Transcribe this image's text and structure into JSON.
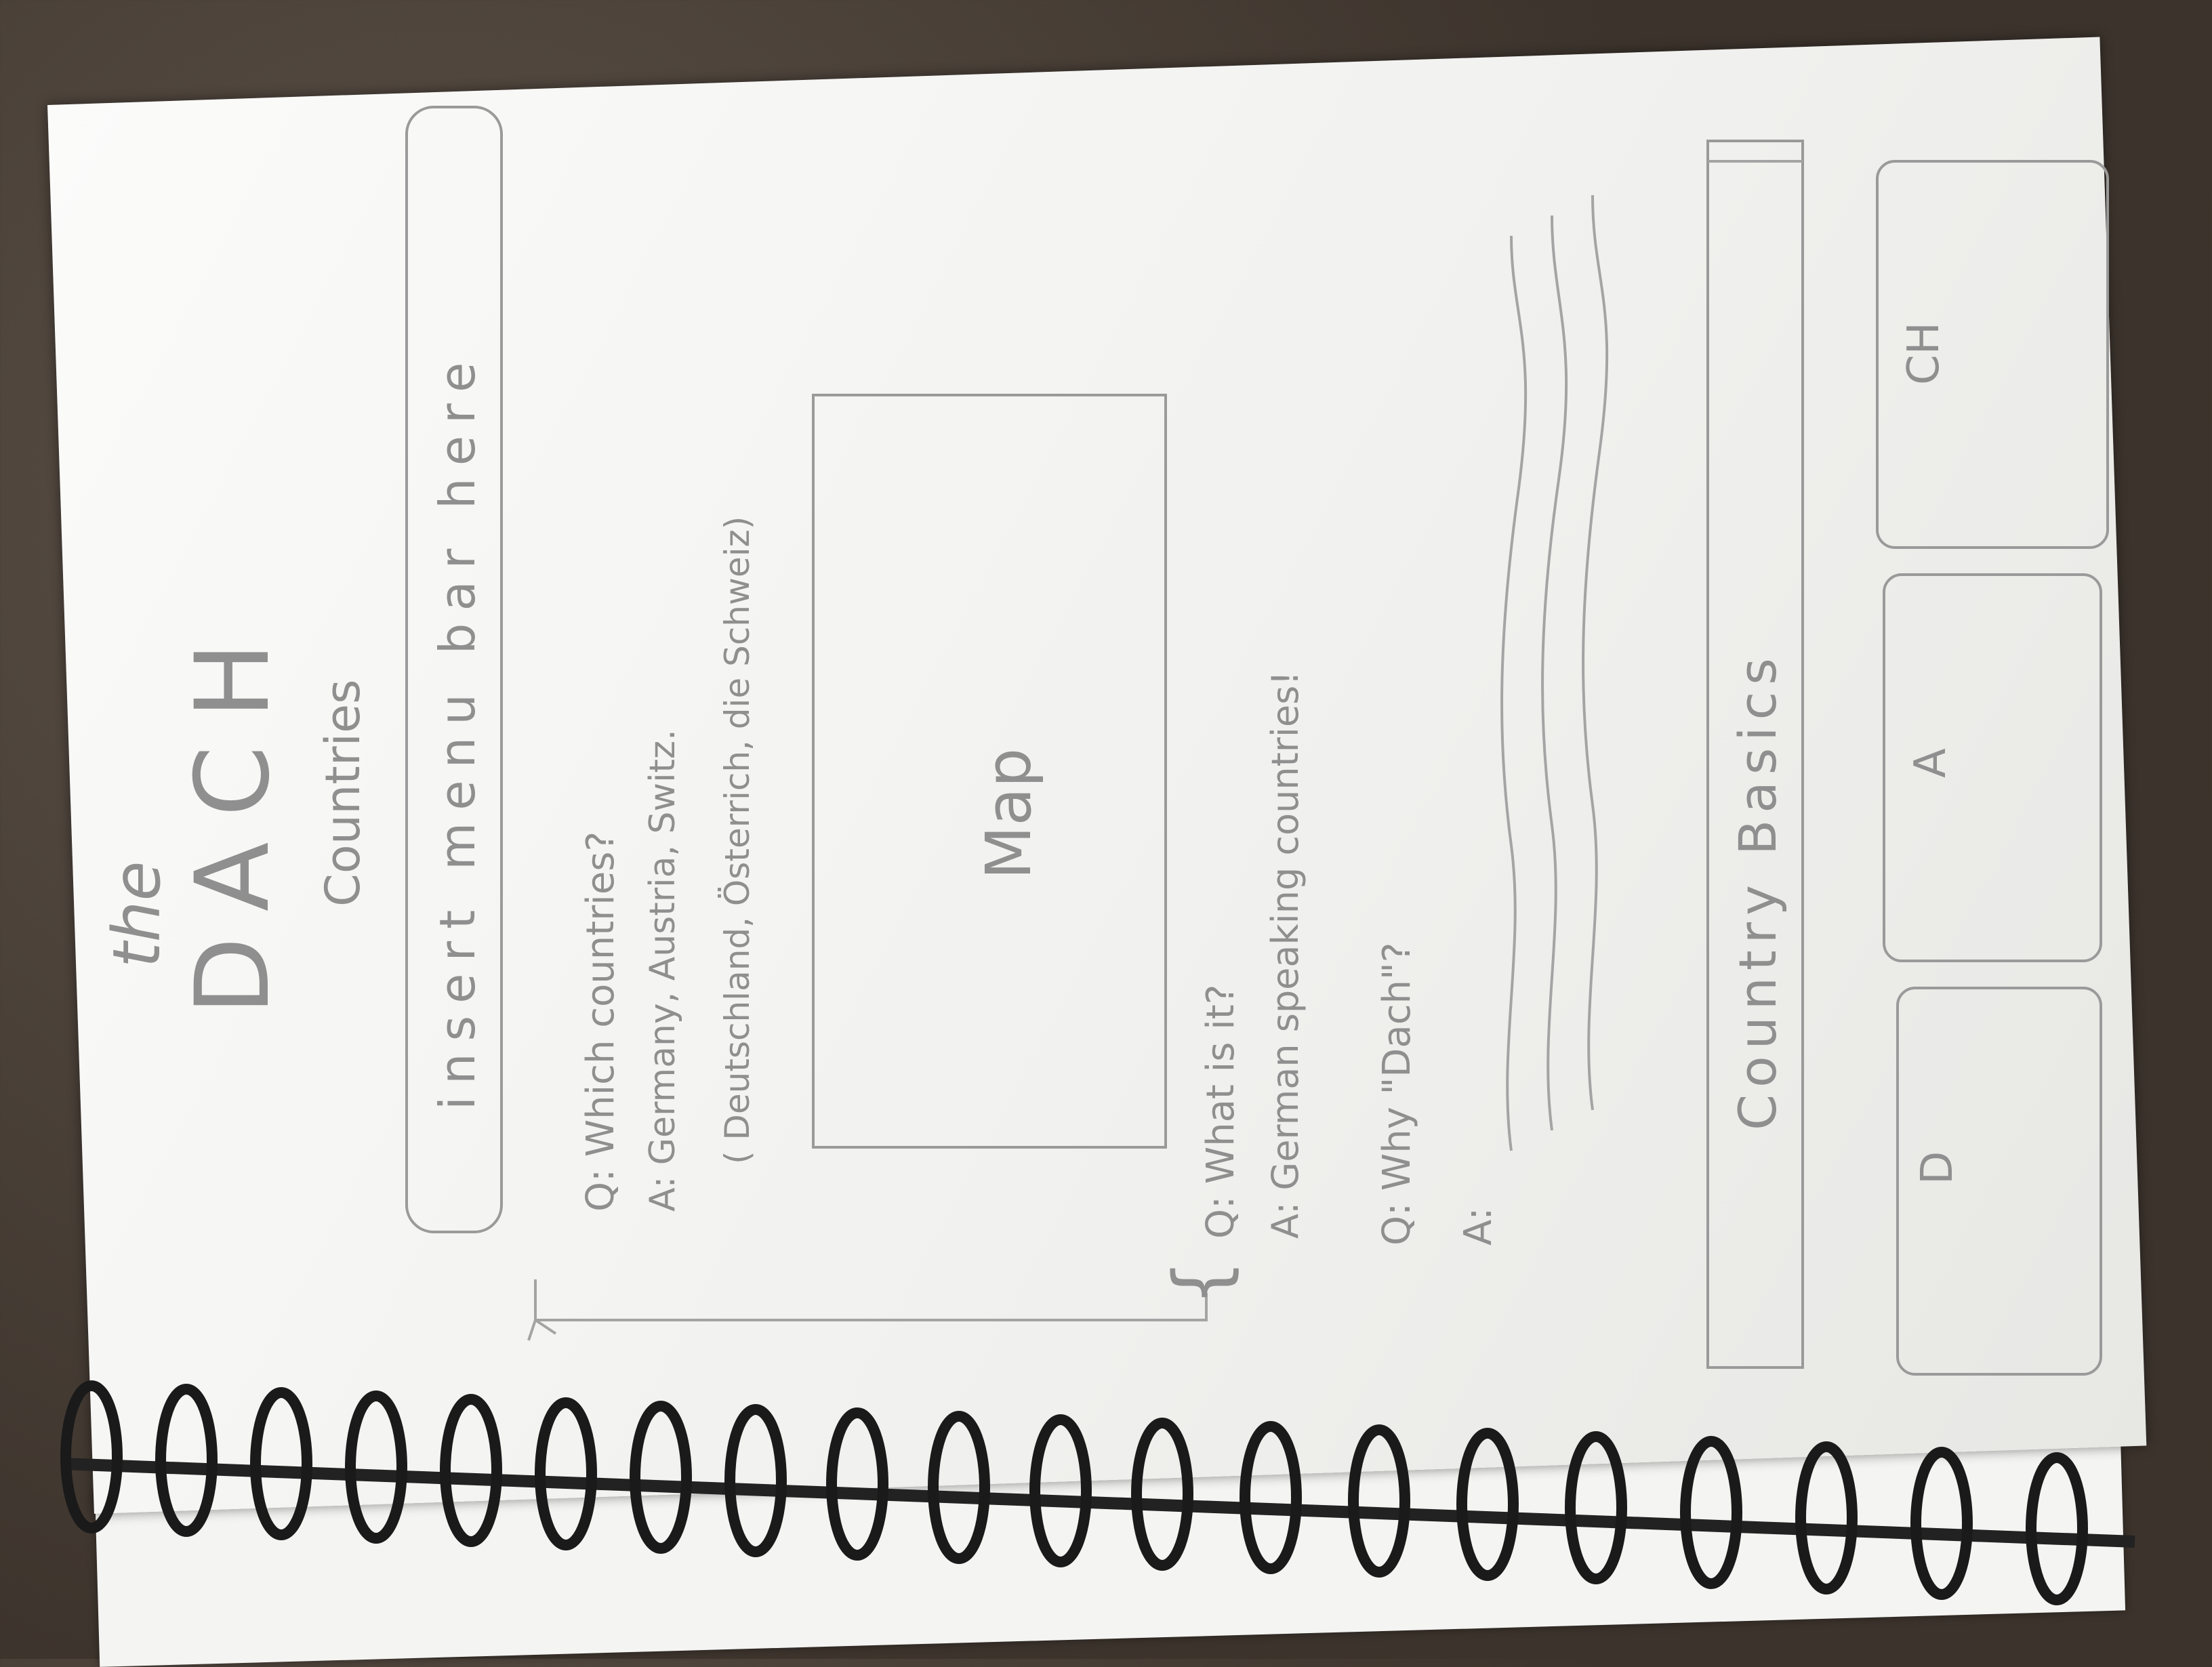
{
  "header": {
    "the": "the",
    "title": "DACH",
    "subtitle": "Countries"
  },
  "menu_bar": {
    "label": "insert menu bar here"
  },
  "faq": [
    {
      "q": "Q: Which countries?",
      "a": "A: Germany, Austria, Switz.",
      "a2": "( Deutschland, Österrich, die Schweiz)"
    },
    {
      "q": "Q: What is it?",
      "a": "A: German speaking countries!"
    },
    {
      "q": "Q: Why \"Dach\"?",
      "a": "A:"
    }
  ],
  "map": {
    "label": "Map"
  },
  "country_basics": {
    "label": "Country Basics"
  },
  "country_cards": [
    {
      "label": "D"
    },
    {
      "label": "A"
    },
    {
      "label": "CH"
    }
  ],
  "colors": {
    "pencil": "#8f8f8f",
    "paper": "#f7f7f5",
    "desk": "#4a4038",
    "rings": "#1a1a1a"
  }
}
